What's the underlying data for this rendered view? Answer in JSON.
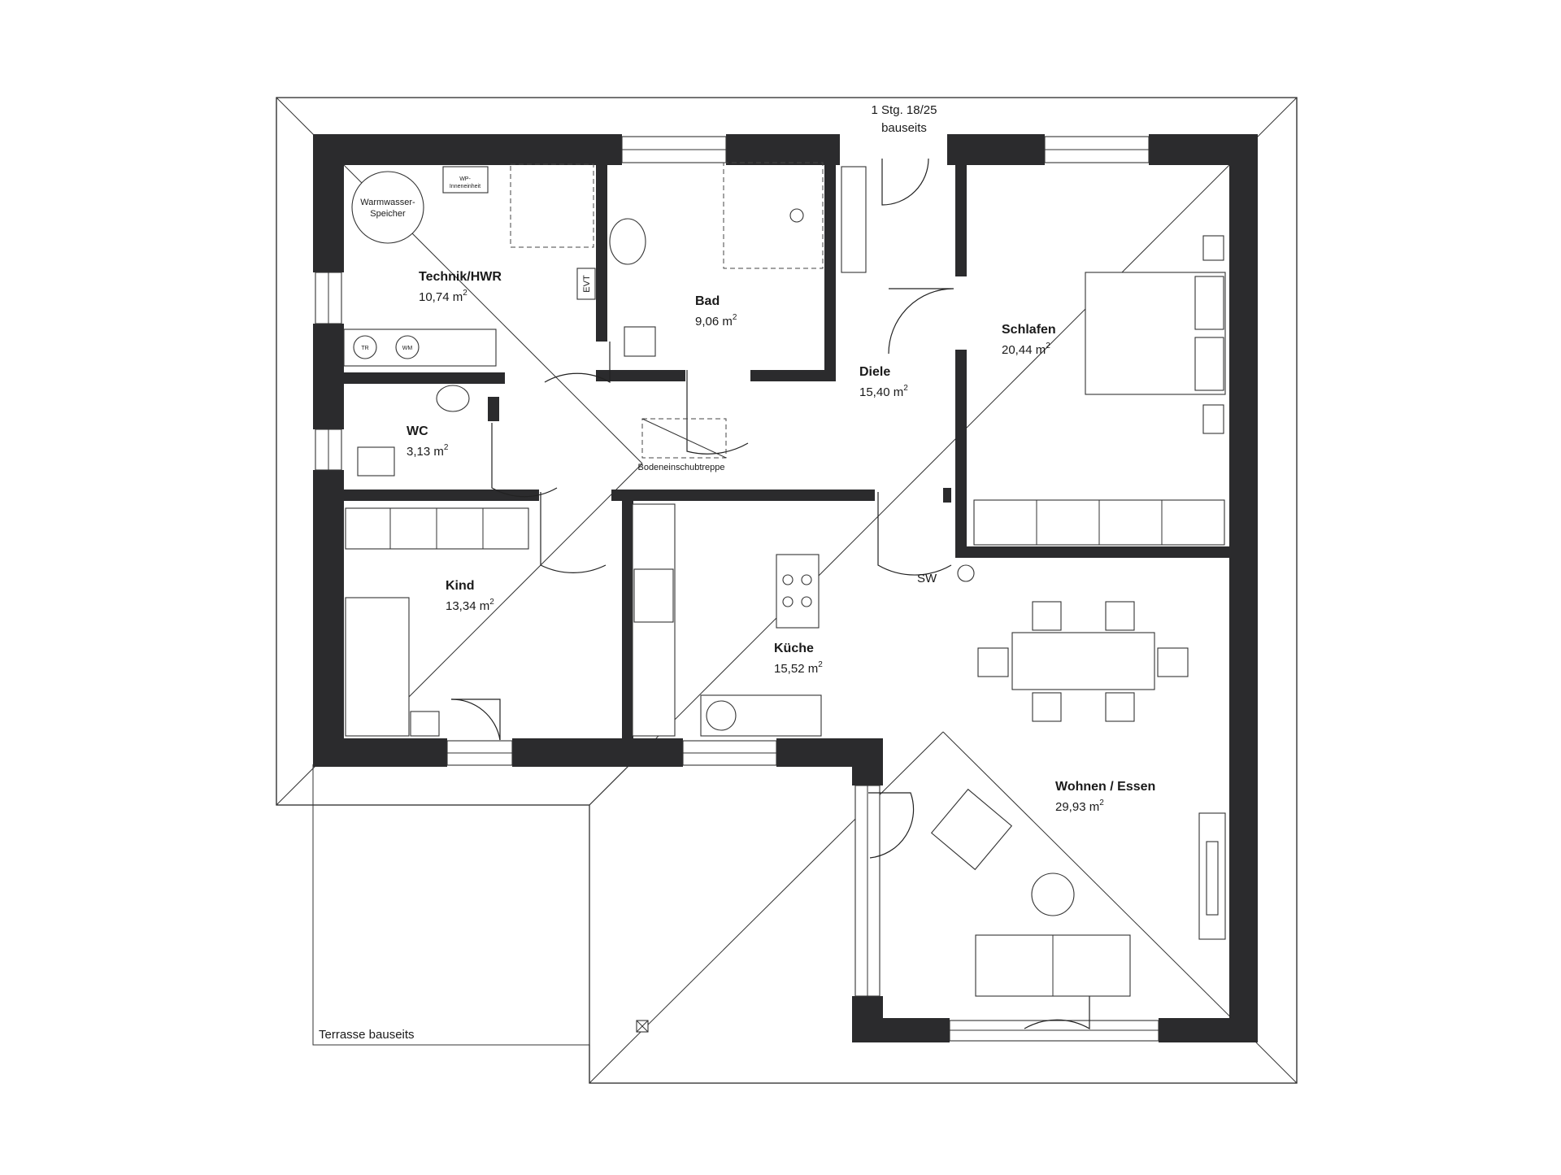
{
  "rooms": [
    {
      "id": "technik",
      "name": "Technik/HWR",
      "area": "10,74 m",
      "unit_sup": "2"
    },
    {
      "id": "bad",
      "name": "Bad",
      "area": "9,06 m",
      "unit_sup": "2"
    },
    {
      "id": "schlafen",
      "name": "Schlafen",
      "area": "20,44 m",
      "unit_sup": "2"
    },
    {
      "id": "diele",
      "name": "Diele",
      "area": "15,40 m",
      "unit_sup": "2"
    },
    {
      "id": "wc",
      "name": "WC",
      "area": "3,13 m",
      "unit_sup": "2"
    },
    {
      "id": "kind",
      "name": "Kind",
      "area": "13,34 m",
      "unit_sup": "2"
    },
    {
      "id": "kueche",
      "name": "Küche",
      "area": "15,52 m",
      "unit_sup": "2"
    },
    {
      "id": "wohnen",
      "name": "Wohnen / Essen",
      "area": "29,93 m",
      "unit_sup": "2"
    }
  ],
  "labels": {
    "stair_line1": "1 Stg. 18/25",
    "stair_line2": "bauseits",
    "warmwasser_line1": "Warmwasser-",
    "warmwasser_line2": "Speicher",
    "wp_line1": "WP-",
    "wp_line2": "Inneneinheit",
    "evt": "EVT",
    "tr": "TR",
    "wm": "WM",
    "bodentreppe": "Bodeneinschubtreppe",
    "sw": "SW",
    "terrasse": "Terrasse bauseits"
  }
}
